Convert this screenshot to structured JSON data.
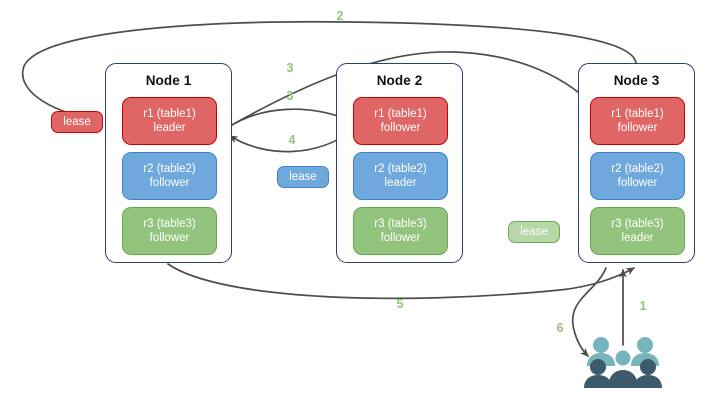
{
  "diagram": {
    "title": "raft-lease-replication-diagram",
    "colors": {
      "red_fill": "#e06666",
      "red_border": "#cc0000",
      "blue_fill": "#6fa8dc",
      "blue_border": "#3d85c6",
      "green_fill": "#93c47d",
      "green_border": "#6aa84f",
      "green_lease_fill": "#b6d7a8",
      "node_border": "#2c3e6b",
      "arrow": "#4d4d4d",
      "step_label": "#93c47d",
      "people_light": "#76b5bd",
      "people_dark": "#3d5a6c"
    }
  },
  "nodes": [
    {
      "title": "Node 1",
      "replicas": [
        {
          "name": "r1 (table1)",
          "role": "leader",
          "color": "red"
        },
        {
          "name": "r2 (table2)",
          "role": "follower",
          "color": "blue"
        },
        {
          "name": "r3 (table3)",
          "role": "follower",
          "color": "green"
        }
      ]
    },
    {
      "title": "Node 2",
      "replicas": [
        {
          "name": "r1 (table1)",
          "role": "follower",
          "color": "red"
        },
        {
          "name": "r2 (table2)",
          "role": "leader",
          "color": "blue"
        },
        {
          "name": "r3 (table3)",
          "role": "follower",
          "color": "green"
        }
      ]
    },
    {
      "title": "Node 3",
      "replicas": [
        {
          "name": "r1 (table1)",
          "role": "follower",
          "color": "red"
        },
        {
          "name": "r2 (table2)",
          "role": "follower",
          "color": "blue"
        },
        {
          "name": "r3 (table3)",
          "role": "leader",
          "color": "green"
        }
      ]
    }
  ],
  "leases": [
    {
      "label": "lease",
      "color": "red"
    },
    {
      "label": "lease",
      "color": "blue"
    },
    {
      "label": "lease",
      "color": "green"
    }
  ],
  "steps": [
    {
      "label": "1"
    },
    {
      "label": "2"
    },
    {
      "label": "3"
    },
    {
      "label": "3"
    },
    {
      "label": "4"
    },
    {
      "label": "5"
    },
    {
      "label": "6"
    }
  ],
  "actor": {
    "name": "clients-group-icon"
  }
}
